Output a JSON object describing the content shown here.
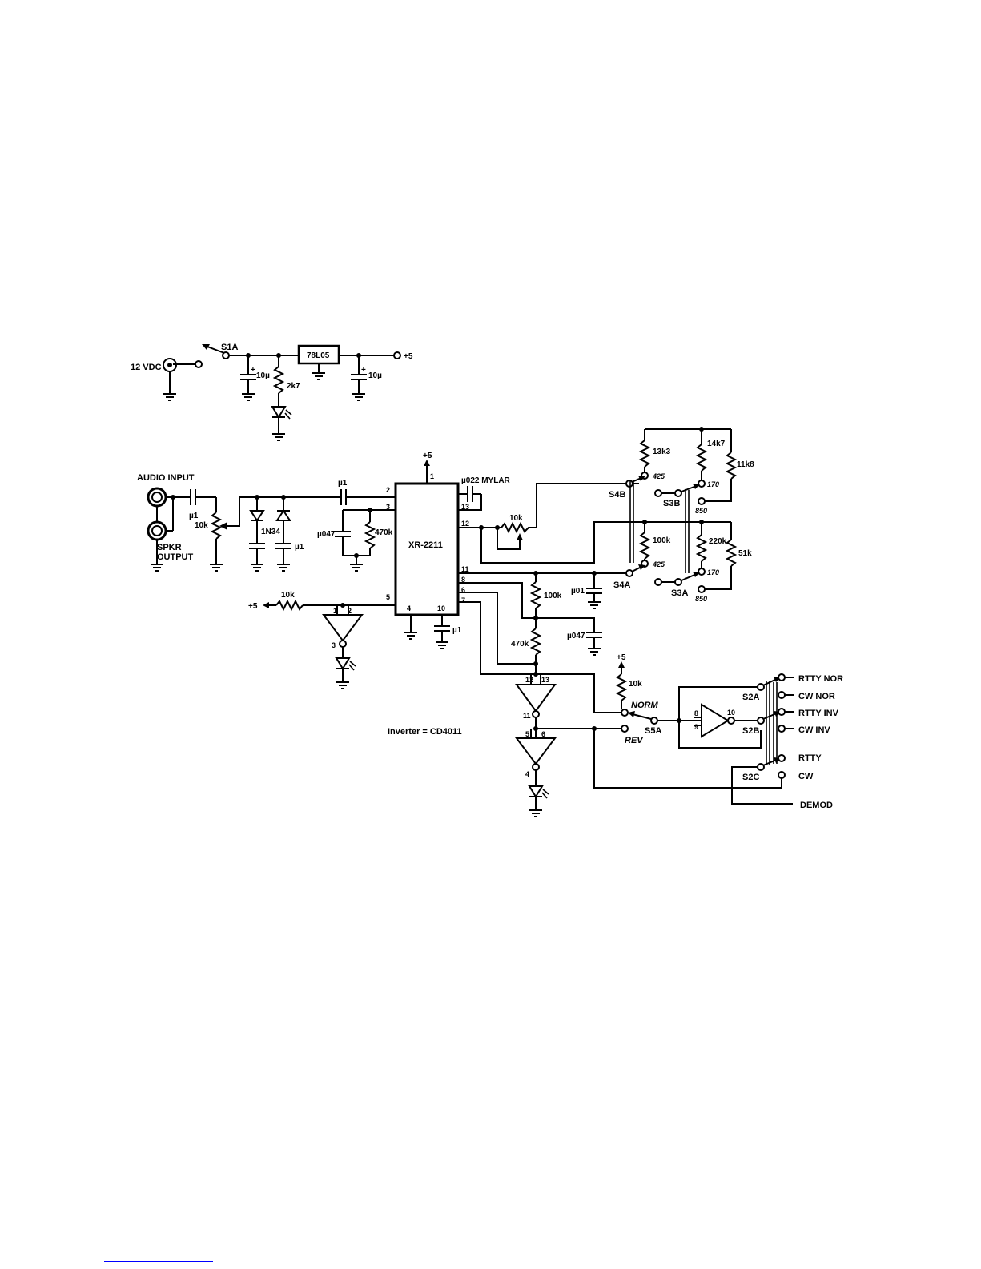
{
  "power": {
    "input_label": "12 VDC",
    "switch": "S1A",
    "regulator": "78L05",
    "output": "+5",
    "cap_in": "10µ",
    "cap_out": "10µ",
    "led_resistor": "2k7",
    "plus_sign": "+"
  },
  "audio": {
    "input_label": "AUDIO INPUT",
    "output_label_1": "SPKR",
    "output_label_2": "OUTPUT",
    "coupling_cap": "µ1",
    "level_pot": "10k",
    "diode": "1N34",
    "diode_cap": "µ1",
    "input_cap": "µ1"
  },
  "ic": {
    "name": "XR-2211",
    "supply": "+5",
    "pin1": "1",
    "pin2": "2",
    "pin3": "3",
    "pin4": "4",
    "pin5": "5",
    "pin6": "6",
    "pin7": "7",
    "pin8": "8",
    "pin10": "10",
    "pin11": "11",
    "pin12": "12",
    "pin13": "13",
    "timing_cap": "µ022 MYLAR",
    "pin3_cap": "µ047",
    "pin3_res": "470k",
    "pin10_cap": "µ1",
    "tune_pot": "10k"
  },
  "lock_led": {
    "supply": "+5",
    "resistor": "10k",
    "pin_a": "1",
    "pin_b": "2",
    "pin_out": "3"
  },
  "shift_switches": {
    "s4b": "S4B",
    "s3b": "S3B",
    "s4a": "S4A",
    "s3a": "S3A",
    "r_13k3": "13k3",
    "r_14k7": "14k7",
    "r_11k8": "11k8",
    "r_100k": "100k",
    "r_220k": "220k",
    "r_51k": "51k",
    "pos_425": "425",
    "pos_170": "170",
    "pos_850": "850"
  },
  "filter": {
    "cap_u01": "µ01",
    "cap_u047": "µ047",
    "r_100k": "100k",
    "r_470k": "470k"
  },
  "logic": {
    "inverter_note": "Inverter = CD4011",
    "g1_pins": [
      "12",
      "13",
      "11"
    ],
    "g2_pins": [
      "5",
      "6",
      "4"
    ],
    "g3_pins": [
      "8",
      "9",
      "10"
    ],
    "pullup_supply": "+5",
    "pullup": "10k",
    "s5a": "S5A",
    "norm": "NORM",
    "rev": "REV"
  },
  "mode_switches": {
    "s2a": "S2A",
    "s2b": "S2B",
    "s2c": "S2C",
    "rtty_nor": "RTTY NOR",
    "cw_nor": "CW NOR",
    "rtty_inv": "RTTY INV",
    "cw_inv": "CW INV",
    "rtty": "RTTY",
    "cw": "CW",
    "demod": "DEMOD"
  }
}
